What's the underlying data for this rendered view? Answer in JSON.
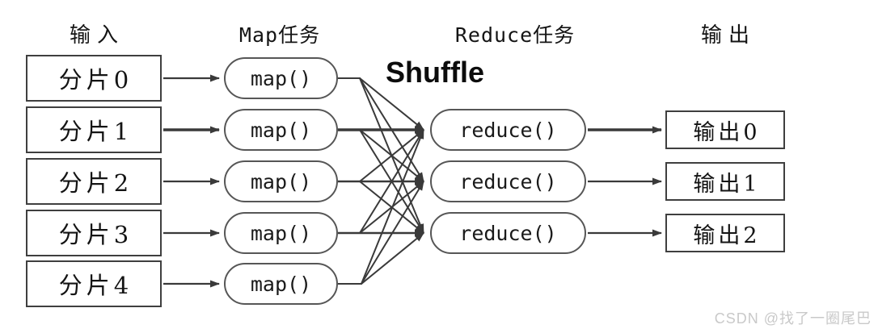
{
  "diagram": {
    "column_headers": {
      "input": "输入",
      "map": "Map任务",
      "reduce": "Reduce任务",
      "output": "输出"
    },
    "shuffle_label": "Shuffle",
    "inputs": [
      "分片0",
      "分片1",
      "分片2",
      "分片3",
      "分片4"
    ],
    "map_node_label": "map()",
    "reduce_node_label": "reduce()",
    "outputs": [
      "输出0",
      "输出1",
      "输出2"
    ],
    "colors": {
      "line_stroke": "#3a3a3a",
      "box_border": "#3f3f3f",
      "node_border": "#565656",
      "text": "#141414",
      "watermark": "#c9c9c9",
      "background": "#ffffff"
    }
  },
  "watermark": {
    "text": "CSDN @找了一圈尾巴"
  }
}
